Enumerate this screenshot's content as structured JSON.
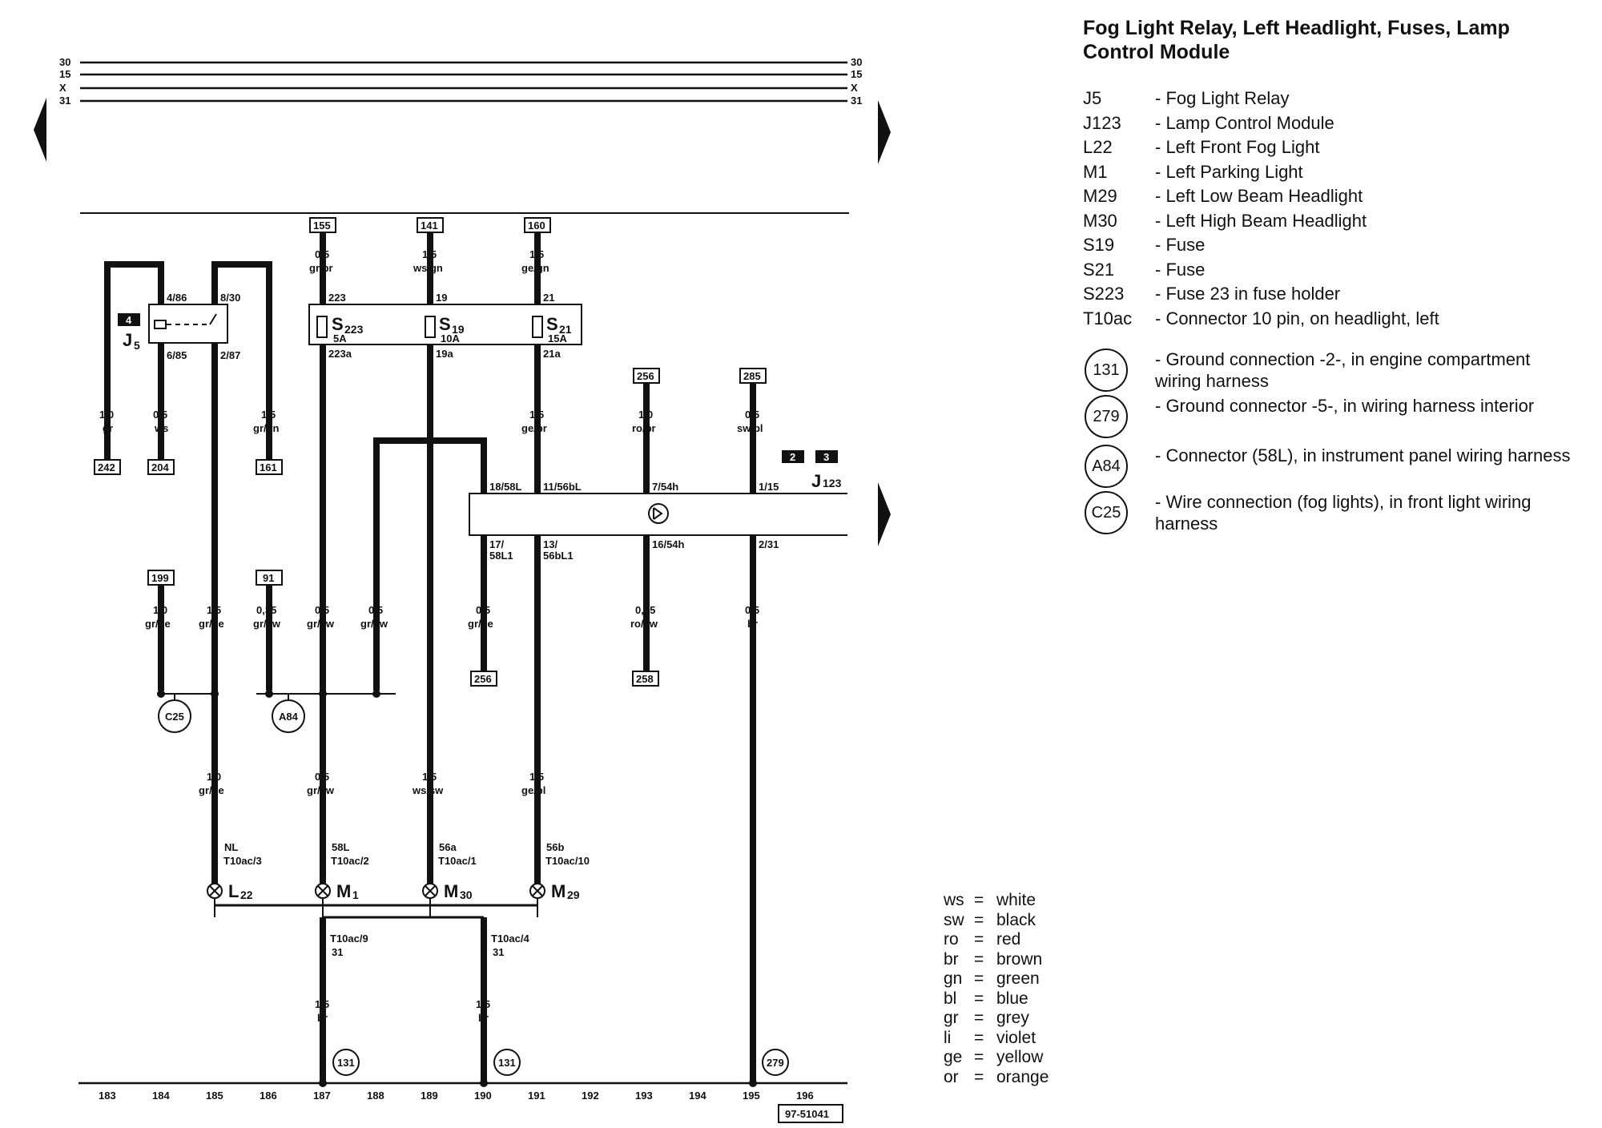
{
  "title": "Fog Light Relay, Left Headlight, Fuses, Lamp Control Module",
  "components": [
    {
      "code": "J5",
      "desc": "- Fog Light Relay"
    },
    {
      "code": "J123",
      "desc": "- Lamp Control Module"
    },
    {
      "code": "L22",
      "desc": "- Left Front Fog Light"
    },
    {
      "code": "M1",
      "desc": "- Left Parking Light"
    },
    {
      "code": "M29",
      "desc": "- Left Low Beam Headlight"
    },
    {
      "code": "M30",
      "desc": "- Left High Beam Headlight"
    },
    {
      "code": "S19",
      "desc": "- Fuse"
    },
    {
      "code": "S21",
      "desc": "- Fuse"
    },
    {
      "code": "S223",
      "desc": "- Fuse 23 in fuse holder"
    },
    {
      "code": "T10ac",
      "desc": "- Connector 10 pin, on headlight, left"
    }
  ],
  "grounds": [
    {
      "code": "131",
      "desc": "- Ground connection -2-, in engine compartment wiring harness"
    },
    {
      "code": "279",
      "desc": "- Ground connector -5-, in wiring harness interior"
    },
    {
      "code": "A84",
      "desc": "- Connector (58L), in instrument panel wiring harness"
    },
    {
      "code": "C25",
      "desc": "- Wire connection (fog lights), in front light wiring harness"
    }
  ],
  "color_codes": [
    {
      "ab": "ws",
      "name": "white"
    },
    {
      "ab": "sw",
      "name": "black"
    },
    {
      "ab": "ro",
      "name": "red"
    },
    {
      "ab": "br",
      "name": "brown"
    },
    {
      "ab": "gn",
      "name": "green"
    },
    {
      "ab": "bl",
      "name": "blue"
    },
    {
      "ab": "gr",
      "name": "grey"
    },
    {
      "ab": "li",
      "name": "violet"
    },
    {
      "ab": "ge",
      "name": "yellow"
    },
    {
      "ab": "or",
      "name": "orange"
    }
  ],
  "bus_labels": [
    "30",
    "15",
    "X",
    "31"
  ],
  "track_numbers": [
    "183",
    "184",
    "185",
    "186",
    "187",
    "188",
    "189",
    "190",
    "191",
    "192",
    "193",
    "194",
    "195",
    "196"
  ],
  "ref_code": "97-51041",
  "diagram": {
    "refs": {
      "r155": "155",
      "r141": "141",
      "r160": "160",
      "r256a": "256",
      "r285": "285",
      "r242": "242",
      "r204": "204",
      "r161": "161",
      "r199": "199",
      "r91": "91",
      "r256b": "256",
      "r258": "258"
    },
    "relay": {
      "name": "J",
      "sub": "5",
      "badge": "4",
      "pin_4": "4/86",
      "pin_8": "8/30",
      "pin_6": "6/85",
      "pin_2": "2/87"
    },
    "module": {
      "name": "J",
      "sub": "123",
      "badge_a": "2",
      "badge_b": "3",
      "pin_18": "18/58L",
      "pin_11": "11/56bL",
      "pin_7": "7/54h",
      "pin_1": "1/15",
      "pin_17a": "17/",
      "pin_17b": "58L1",
      "pin_13a": "13/",
      "pin_13b": "56bL1",
      "pin_16": "16/54h",
      "pin_2": "2/31"
    },
    "fuses": {
      "s223": {
        "name": "S",
        "sub": "223",
        "rating": "5A",
        "pin_in": "223",
        "pin_out": "223a"
      },
      "s19": {
        "name": "S",
        "sub": "19",
        "rating": "10A",
        "pin_in": "19",
        "pin_out": "19a"
      },
      "s21": {
        "name": "S",
        "sub": "21",
        "rating": "15A",
        "pin_in": "21",
        "pin_out": "21a"
      }
    },
    "wires": {
      "w155": {
        "size": "0,5",
        "color": "gr/br"
      },
      "w141": {
        "size": "1,5",
        "color": "ws/gn"
      },
      "w160": {
        "size": "1,5",
        "color": "ge/gn"
      },
      "w242": {
        "size": "1,0",
        "color": "gr"
      },
      "w204": {
        "size": "0,5",
        "color": "ws"
      },
      "w161": {
        "size": "1,5",
        "color": "gr/gn"
      },
      "w21a": {
        "size": "1,5",
        "color": "ge/br"
      },
      "w256": {
        "size": "1,0",
        "color": "ro/br"
      },
      "w285": {
        "size": "0,5",
        "color": "sw/bl"
      },
      "w199": {
        "size": "1,0",
        "color": "gr/ge"
      },
      "w185": {
        "size": "1,5",
        "color": "gr/ge"
      },
      "w91": {
        "size": "0,35",
        "color": "gr/sw"
      },
      "w187": {
        "size": "0,5",
        "color": "gr/sw"
      },
      "w188": {
        "size": "0,5",
        "color": "gr/sw"
      },
      "w17": {
        "size": "0,5",
        "color": "gr/ge"
      },
      "w16": {
        "size": "0,35",
        "color": "ro/sw"
      },
      "w2": {
        "size": "0,5",
        "color": "br"
      },
      "wL22": {
        "size": "1,0",
        "color": "gr/ge"
      },
      "wM1": {
        "size": "0,5",
        "color": "gr/sw"
      },
      "wM30": {
        "size": "1,5",
        "color": "ws/sw"
      },
      "wM29": {
        "size": "1,5",
        "color": "ge/bl"
      },
      "wG1": {
        "size": "1,5",
        "color": "br"
      },
      "wG2": {
        "size": "1,5",
        "color": "br"
      }
    },
    "lamps": {
      "L22": {
        "name": "L",
        "sub": "22",
        "pin": "NL",
        "conn": "T10ac/3"
      },
      "M1": {
        "name": "M",
        "sub": "1",
        "pin": "58L",
        "conn": "T10ac/2"
      },
      "M30": {
        "name": "M",
        "sub": "30",
        "pin": "56a",
        "conn": "T10ac/1"
      },
      "M29": {
        "name": "M",
        "sub": "29",
        "pin": "56b",
        "conn": "T10ac/10"
      }
    },
    "grounds": {
      "g1": {
        "conn": "T10ac/9",
        "pin": "31"
      },
      "g2": {
        "conn": "T10ac/4",
        "pin": "31"
      }
    },
    "nodes": {
      "c25": "C25",
      "a84": "A84",
      "g131a": "131",
      "g131b": "131",
      "g279": "279"
    }
  }
}
